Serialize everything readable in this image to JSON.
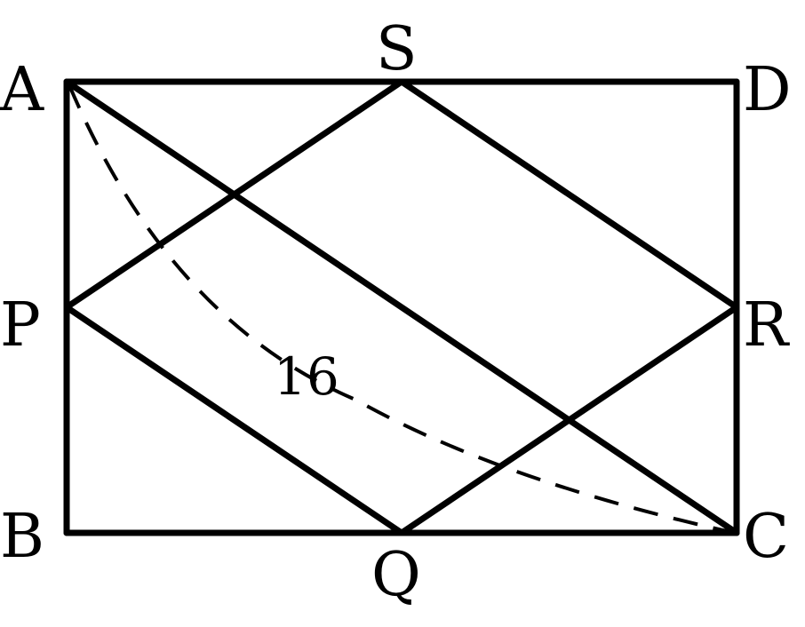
{
  "diagram": {
    "labels": {
      "A": "A",
      "B": "B",
      "C": "C",
      "D": "D",
      "P": "P",
      "Q": "Q",
      "R": "R",
      "S": "S"
    },
    "diagonal_length": "16",
    "colors": {
      "stroke": "#000000",
      "background": "#ffffff"
    }
  }
}
